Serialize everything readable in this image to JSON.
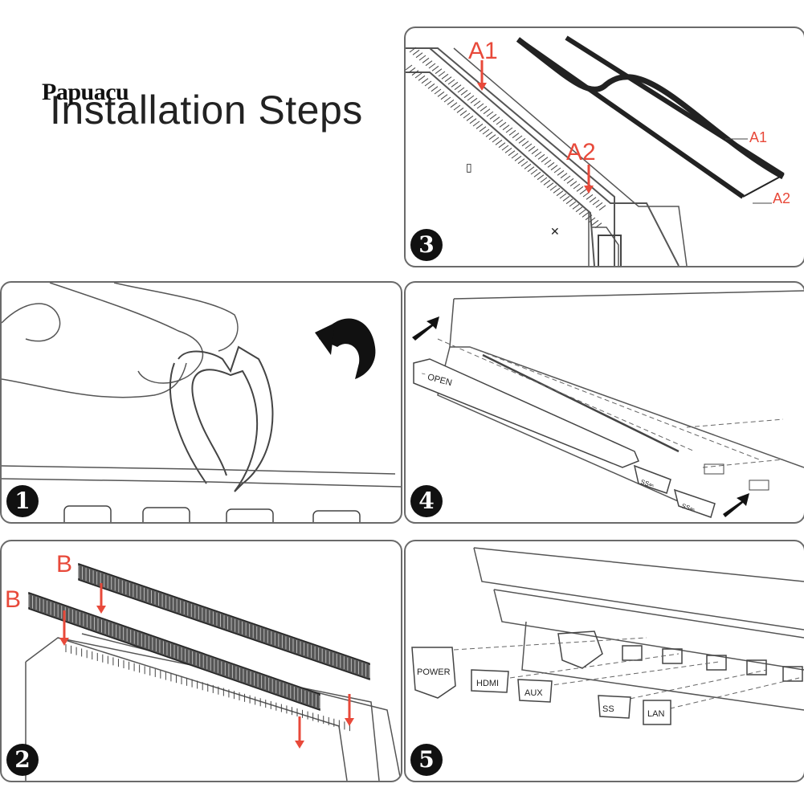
{
  "brand": "Papuacu",
  "title": "Installation Steps",
  "steps": [
    {
      "number": "1"
    },
    {
      "number": "2",
      "labels": [
        "B",
        "B"
      ]
    },
    {
      "number": "3",
      "labels": [
        "A1",
        "A2"
      ],
      "callouts": [
        "A1",
        "A2"
      ]
    },
    {
      "number": "4",
      "open_label": "OPEN"
    },
    {
      "number": "5",
      "ports": [
        "POWER",
        "HDMI",
        "AUX",
        "SS",
        "LAN"
      ]
    }
  ]
}
